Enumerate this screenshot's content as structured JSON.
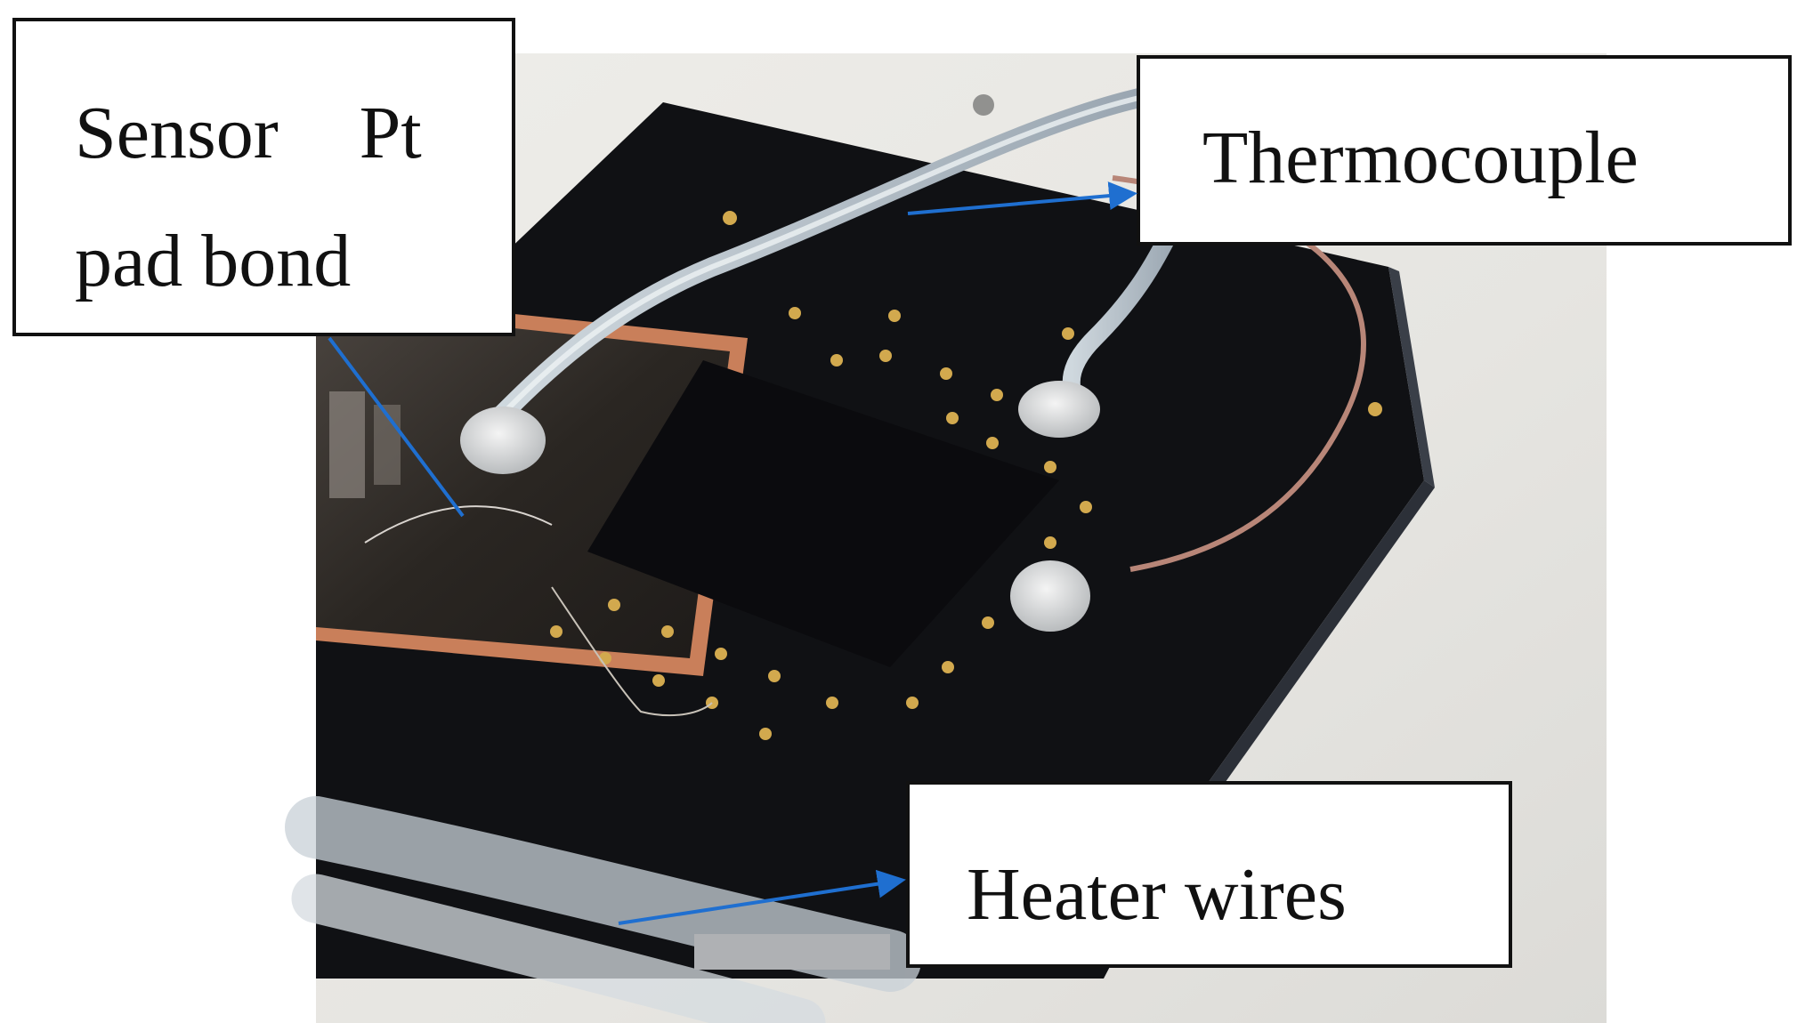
{
  "callouts": {
    "sensor": {
      "line1": "Sensor Pt",
      "line2": "pad bond"
    },
    "thermocouple": {
      "line1": "Thermocouple"
    },
    "heater": {
      "line1": "Heater wires"
    }
  },
  "colors": {
    "arrow": "#1f6fd0",
    "board": "#101114",
    "background": "#e9e8e4",
    "pads": "#d2a94e",
    "copper": "#c97f5a"
  }
}
